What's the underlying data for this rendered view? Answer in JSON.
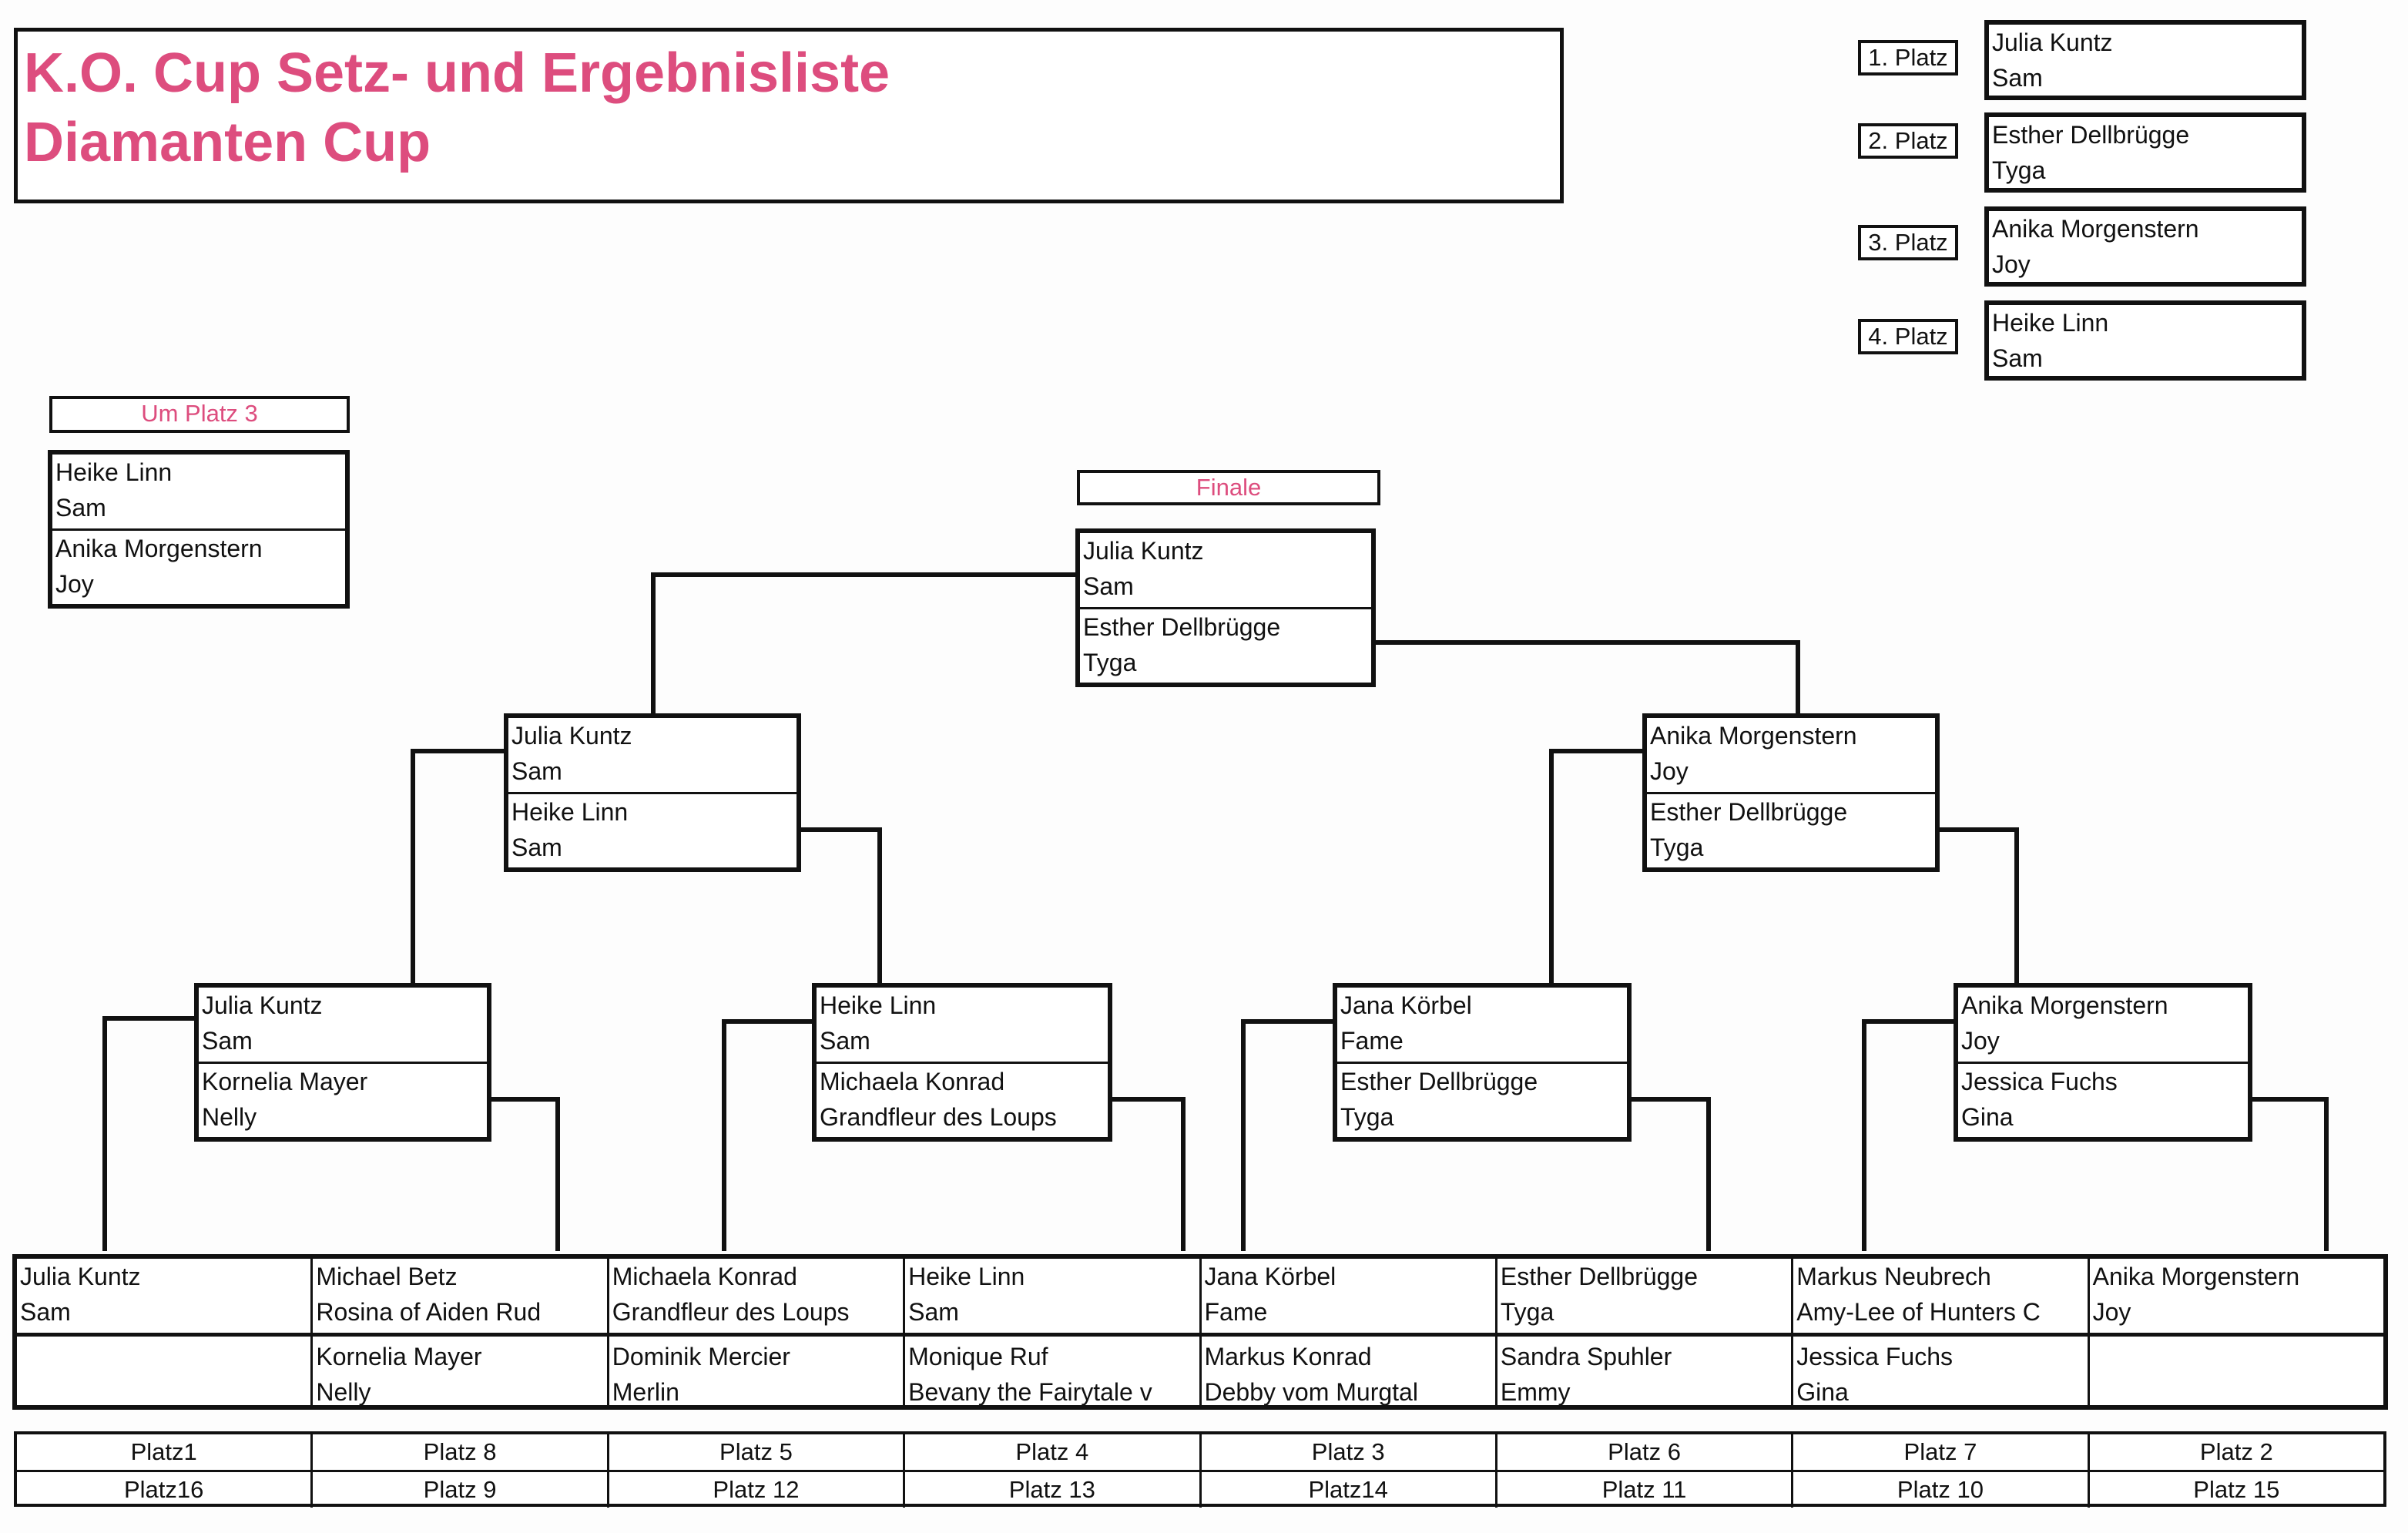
{
  "title": {
    "line1": "K.O. Cup  Setz- und Ergebnisliste",
    "line2": "Diamanten Cup"
  },
  "ranking": [
    {
      "label": "1. Platz",
      "rider": "Julia Kuntz",
      "horse": "Sam"
    },
    {
      "label": "2. Platz",
      "rider": "Esther Dellbrügge",
      "horse": "Tyga"
    },
    {
      "label": "3. Platz",
      "rider": "Anika Morgenstern",
      "horse": "Joy"
    },
    {
      "label": "4. Platz",
      "rider": "Heike Linn",
      "horse": "Sam"
    }
  ],
  "third_place": {
    "label": "Um Platz 3",
    "pairs": [
      {
        "rider": "Heike Linn",
        "horse": "Sam"
      },
      {
        "rider": "Anika Morgenstern",
        "horse": "Joy"
      }
    ]
  },
  "final": {
    "label": "Finale",
    "pairs": [
      {
        "rider": "Julia Kuntz",
        "horse": "Sam"
      },
      {
        "rider": "Esther Dellbrügge",
        "horse": "Tyga"
      }
    ]
  },
  "semifinals": [
    {
      "pairs": [
        {
          "rider": "Julia Kuntz",
          "horse": "Sam"
        },
        {
          "rider": "Heike Linn",
          "horse": "Sam"
        }
      ]
    },
    {
      "pairs": [
        {
          "rider": "Anika Morgenstern",
          "horse": "Joy"
        },
        {
          "rider": "Esther Dellbrügge",
          "horse": "Tyga"
        }
      ]
    }
  ],
  "quarterfinals": [
    {
      "pairs": [
        {
          "rider": "Julia Kuntz",
          "horse": "Sam"
        },
        {
          "rider": "Kornelia Mayer",
          "horse": "Nelly"
        }
      ]
    },
    {
      "pairs": [
        {
          "rider": "Heike Linn",
          "horse": "Sam"
        },
        {
          "rider": "Michaela Konrad",
          "horse": "Grandfleur des Loups"
        }
      ]
    },
    {
      "pairs": [
        {
          "rider": "Jana Körbel",
          "horse": "Fame"
        },
        {
          "rider": "Esther Dellbrügge",
          "horse": "Tyga"
        }
      ]
    },
    {
      "pairs": [
        {
          "rider": "Anika Morgenstern",
          "horse": "Joy"
        },
        {
          "rider": "Jessica Fuchs",
          "horse": "Gina"
        }
      ]
    }
  ],
  "round1": [
    {
      "top": {
        "rider": "Julia Kuntz",
        "horse": "Sam"
      },
      "bottom": {
        "rider": "",
        "horse": ""
      }
    },
    {
      "top": {
        "rider": "Michael Betz",
        "horse": "Rosina of Aiden Rud"
      },
      "bottom": {
        "rider": "Kornelia Mayer",
        "horse": "Nelly"
      }
    },
    {
      "top": {
        "rider": "Michaela Konrad",
        "horse": "Grandfleur des Loups"
      },
      "bottom": {
        "rider": "Dominik Mercier",
        "horse": "Merlin"
      }
    },
    {
      "top": {
        "rider": "Heike Linn",
        "horse": "Sam"
      },
      "bottom": {
        "rider": "Monique Ruf",
        "horse": "Bevany the Fairytale v"
      }
    },
    {
      "top": {
        "rider": "Jana Körbel",
        "horse": "Fame"
      },
      "bottom": {
        "rider": "Markus Konrad",
        "horse": "Debby vom Murgtal"
      }
    },
    {
      "top": {
        "rider": "Esther Dellbrügge",
        "horse": "Tyga"
      },
      "bottom": {
        "rider": "Sandra Spuhler",
        "horse": "Emmy"
      }
    },
    {
      "top": {
        "rider": "Markus Neubrech",
        "horse": "Amy-Lee of Hunters C"
      },
      "bottom": {
        "rider": "Jessica Fuchs",
        "horse": "Gina"
      }
    },
    {
      "top": {
        "rider": "Anika Morgenstern",
        "horse": "Joy"
      },
      "bottom": {
        "rider": "",
        "horse": ""
      }
    }
  ],
  "seeds": {
    "top": [
      "Platz1",
      "Platz 8",
      "Platz 5",
      "Platz 4",
      "Platz 3",
      "Platz 6",
      "Platz 7",
      "Platz 2"
    ],
    "bottom": [
      "Platz16",
      "Platz 9",
      "Platz 12",
      "Platz 13",
      "Platz14",
      "Platz 11",
      "Platz 10",
      "Platz 15"
    ]
  }
}
